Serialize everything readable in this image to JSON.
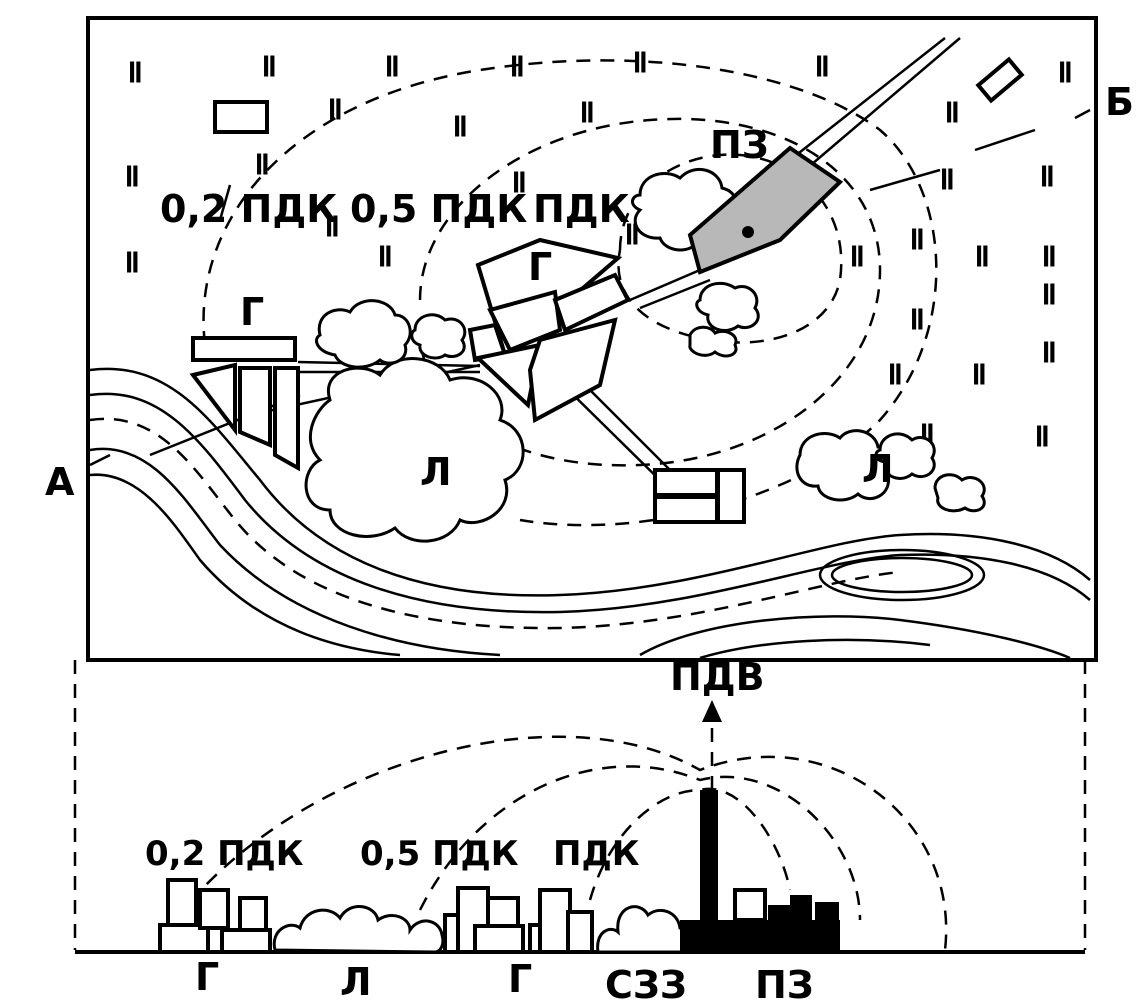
{
  "plan": {
    "labels": {
      "zone_02": "0,2 ПДК",
      "zone_05": "0,5 ПДК",
      "zone_pdk": "ПДК",
      "pz": "ПЗ",
      "g_left": "Г",
      "g_center": "Г",
      "forest_center": "Л",
      "forest_right": "Л",
      "point_a": "А",
      "point_b": "Б"
    }
  },
  "profile": {
    "labels": {
      "pdv": "ПДВ",
      "zone_02": "0,2 ПДК",
      "zone_05": "0,5 ПДК",
      "zone_pdk": "ПДК",
      "g_left": "Г",
      "forest": "Л",
      "g_right": "Г",
      "szz": "СЗЗ",
      "pz": "ПЗ"
    }
  },
  "icons": {
    "grass_symbol": "ǁ"
  },
  "colors": {
    "ink": "#000000",
    "background": "#ffffff",
    "pz_fill": "#b8b8b8"
  }
}
